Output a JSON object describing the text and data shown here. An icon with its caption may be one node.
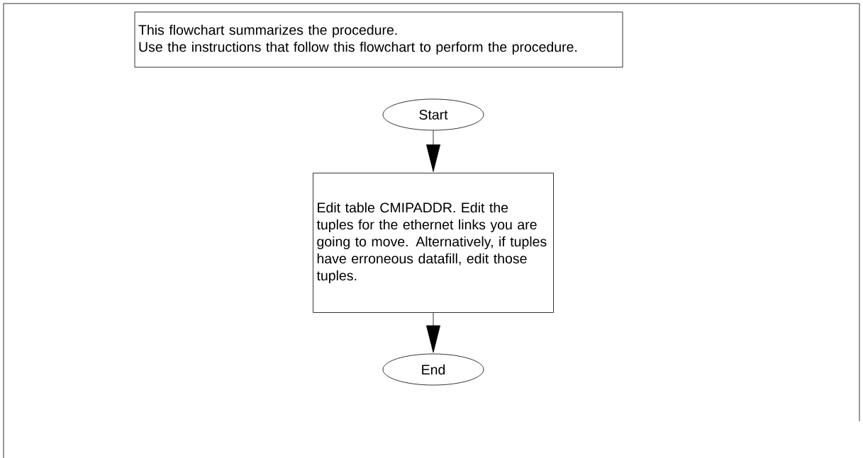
{
  "diagram": {
    "nodes": [
      {
        "text": [
          "This flowchart summarizes the procedure.",
          "Use the instructions that follow this flowchart to perform the procedure."
        ]
      },
      {
        "text": [
          "Start"
        ]
      },
      {
        "text": [
          "Edit table CMIPADDR. Edit the tuples for the ethernet links you are going to move. Alternatively, if tuples have erroneous datafill, edit those tuples."
        ]
      },
      {
        "text": [
          "End"
        ]
      }
    ],
    "edges": [
      {
        "from": 1,
        "to": 2,
        "arrow": "to"
      },
      {
        "from": 2,
        "to": 3,
        "arrow": "to"
      }
    ]
  }
}
